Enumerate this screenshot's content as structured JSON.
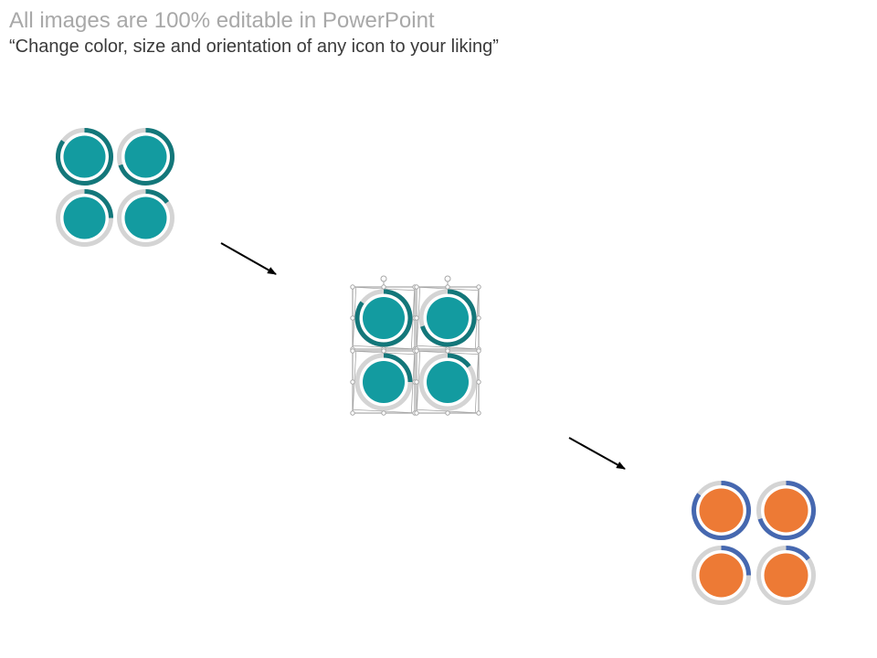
{
  "header": {
    "headline": "All images are 100% editable in PowerPoint",
    "subline": "“Change color, size and orientation of any icon to your liking”"
  },
  "colors": {
    "teal_fill": "#139ba0",
    "teal_ring": "#13777a",
    "track_gray": "#d4d4d4",
    "orange_fill": "#ed7a35",
    "blue_ring": "#4668b0",
    "handle_gray": "#a6a6a6",
    "arrow": "#000000"
  },
  "icon_groups": [
    {
      "name": "teal-original",
      "fill": "teal_fill",
      "ring": "teal_ring",
      "progress": [
        0.85,
        0.7,
        0.25,
        0.15
      ],
      "selected": false
    },
    {
      "name": "teal-selected",
      "fill": "teal_fill",
      "ring": "teal_ring",
      "progress": [
        0.85,
        0.7,
        0.25,
        0.15
      ],
      "selected": true
    },
    {
      "name": "orange-recolored",
      "fill": "orange_fill",
      "ring": "blue_ring",
      "progress": [
        0.85,
        0.7,
        0.25,
        0.15
      ],
      "selected": false
    }
  ]
}
